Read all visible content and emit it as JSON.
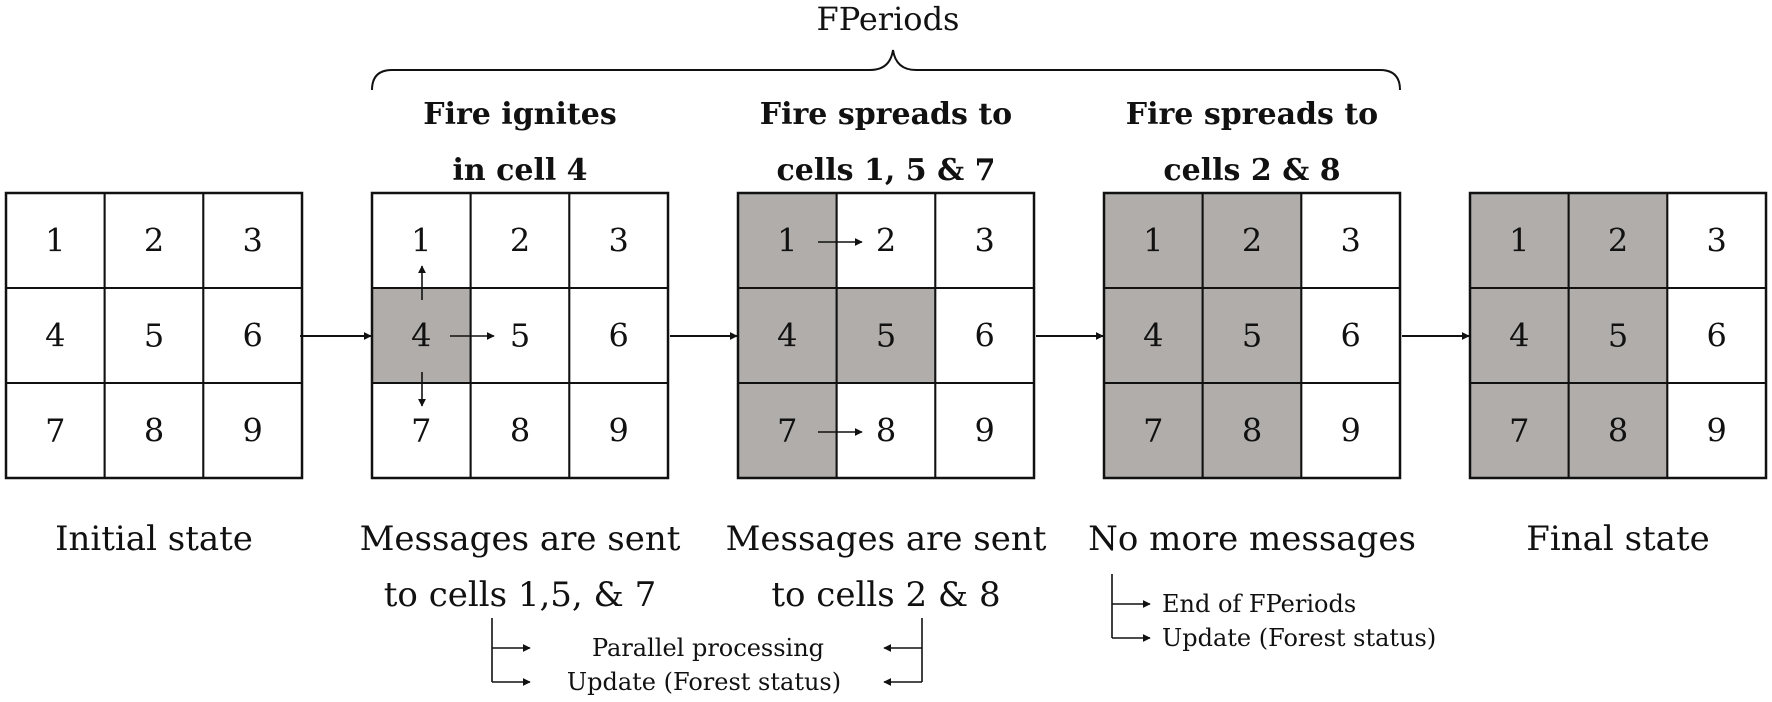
{
  "top_label": "FPeriods",
  "fill_color": "#b0adab",
  "stages": [
    {
      "title": [],
      "cells": [
        "1",
        "2",
        "3",
        "4",
        "5",
        "6",
        "7",
        "8",
        "9"
      ],
      "burnt": [],
      "caption": [
        "Initial state"
      ]
    },
    {
      "title": [
        "Fire ignites",
        "in cell 4"
      ],
      "cells": [
        "1",
        "2",
        "3",
        "4",
        "5",
        "6",
        "7",
        "8",
        "9"
      ],
      "burnt": [
        4
      ],
      "caption": [
        "Messages are sent",
        "to cells 1,5, & 7"
      ]
    },
    {
      "title": [
        "Fire spreads to",
        "cells 1, 5 & 7"
      ],
      "cells": [
        "1",
        "2",
        "3",
        "4",
        "5",
        "6",
        "7",
        "8",
        "9"
      ],
      "burnt": [
        1,
        4,
        5,
        7
      ],
      "caption": [
        "Messages are sent",
        "to cells 2 & 8"
      ]
    },
    {
      "title": [
        "Fire spreads to",
        "cells 2 & 8"
      ],
      "cells": [
        "1",
        "2",
        "3",
        "4",
        "5",
        "6",
        "7",
        "8",
        "9"
      ],
      "burnt": [
        1,
        2,
        4,
        5,
        7,
        8
      ],
      "caption": [
        "No more messages"
      ]
    },
    {
      "title": [],
      "cells": [
        "1",
        "2",
        "3",
        "4",
        "5",
        "6",
        "7",
        "8",
        "9"
      ],
      "burnt": [
        1,
        2,
        4,
        5,
        7,
        8
      ],
      "caption": [
        "Final state"
      ]
    }
  ],
  "process_notes": {
    "parallel": "Parallel processing",
    "update": "Update (Forest status)"
  },
  "end_notes": {
    "end": "End of FPeriods",
    "update": "Update (Forest status)"
  }
}
